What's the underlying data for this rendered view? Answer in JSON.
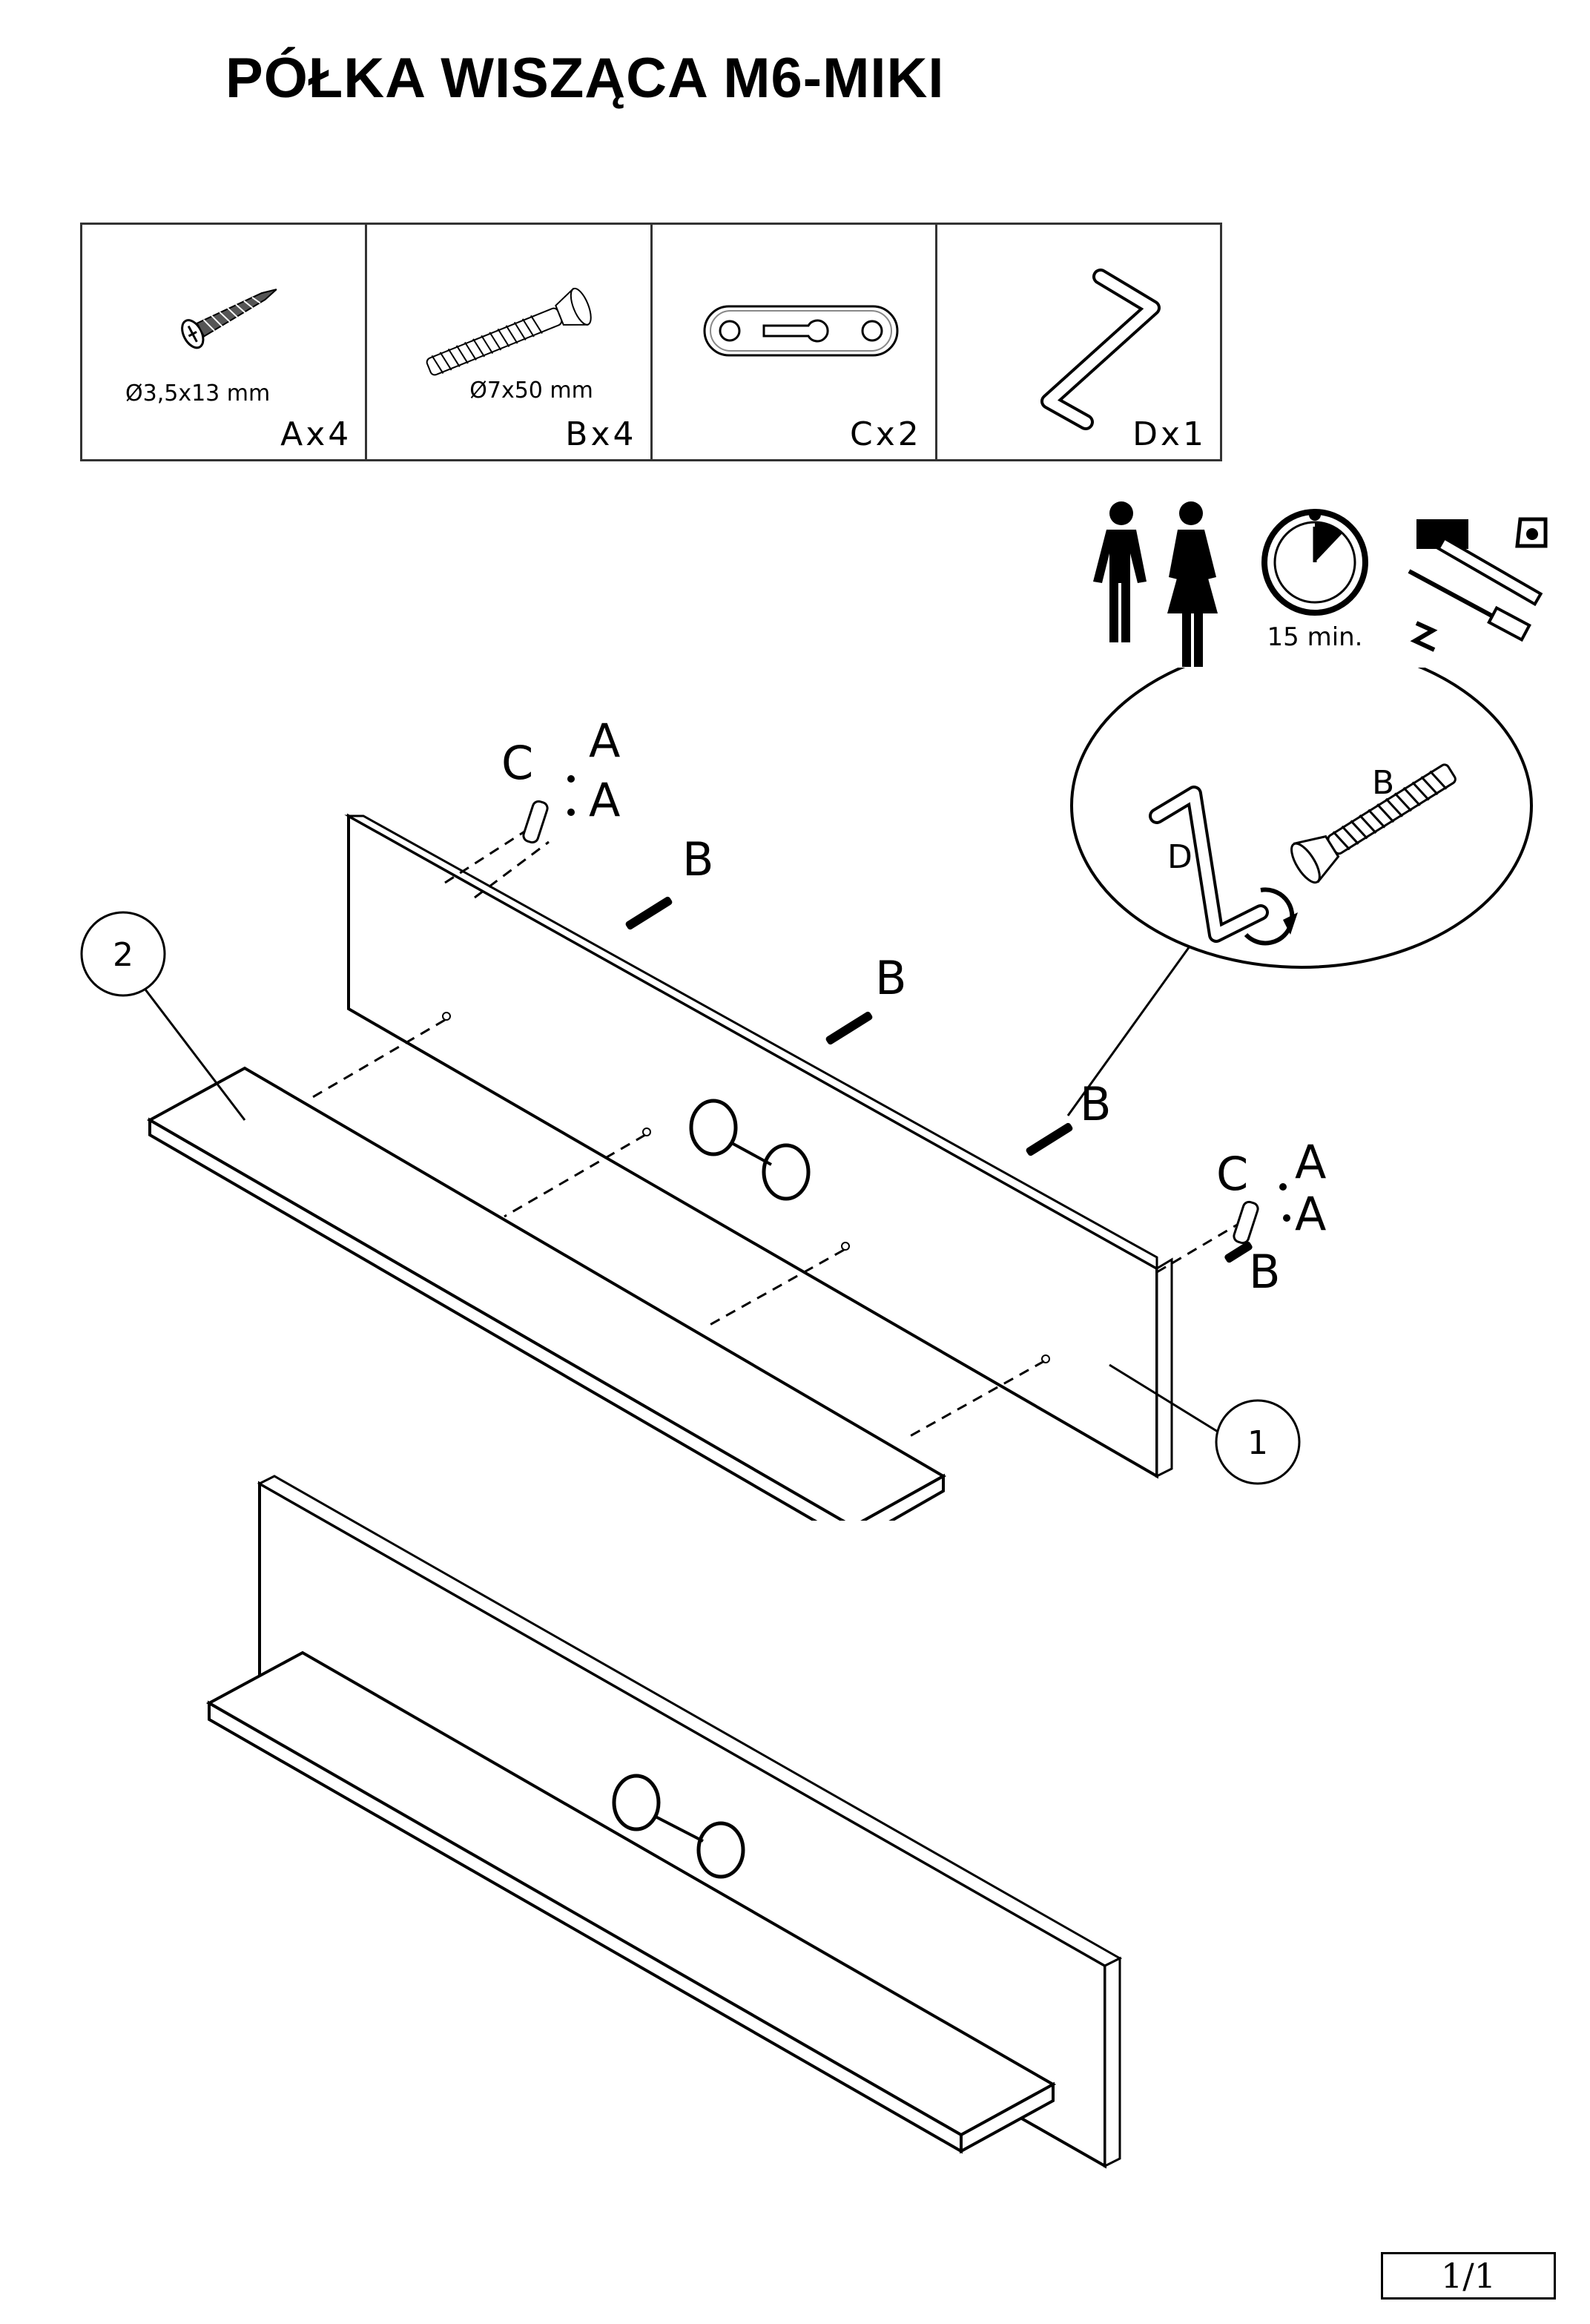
{
  "title": "PÓŁKA WISZĄCA M6-MIKI",
  "hardware": [
    {
      "icon": "wood-screw-icon",
      "dimension": "Ø3,5x13 mm",
      "quantity": "Ax4"
    },
    {
      "icon": "confirmat-bolt-icon",
      "dimension": "Ø7x50 mm",
      "quantity": "Bx4"
    },
    {
      "icon": "hanging-bracket-icon",
      "dimension": "",
      "quantity": "Cx2"
    },
    {
      "icon": "hex-key-icon",
      "dimension": "",
      "quantity": "Dx1"
    }
  ],
  "requirements": {
    "people_icon": "two-people-icon",
    "time": "15 min.",
    "tools_icon": "tools-icon"
  },
  "labels": {
    "a": "A",
    "b": "B",
    "c": "C",
    "d": "D",
    "part1": "1",
    "part2": "2"
  },
  "page_number": "1/1"
}
